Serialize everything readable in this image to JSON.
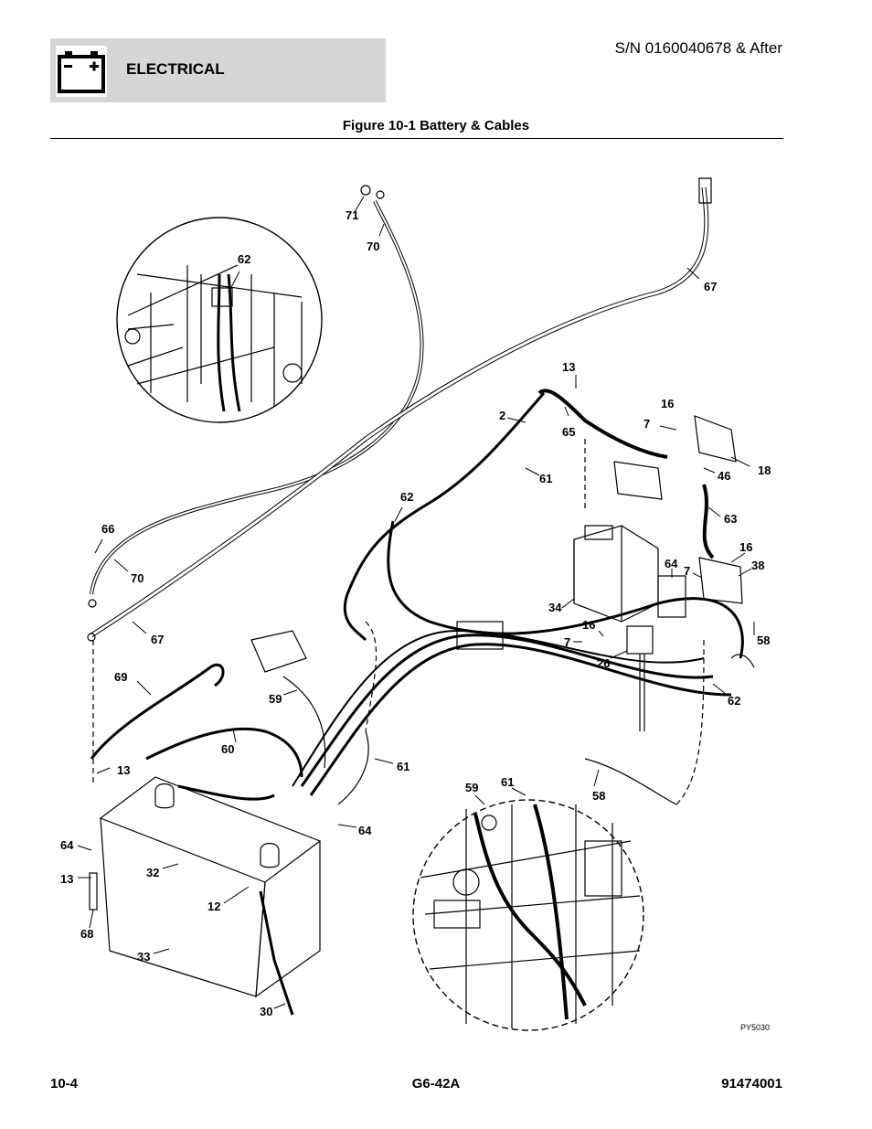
{
  "header": {
    "section": "ELECTRICAL",
    "serial": "S/N 0160040678 & After",
    "battery_icon": "battery-icon"
  },
  "figure": {
    "title": "Figure 10-1 Battery & Cables",
    "code": "PY5030",
    "callouts": {
      "c71": "71",
      "c70a": "70",
      "c67a": "67",
      "c62a": "62",
      "c13a": "13",
      "c16a": "16",
      "c7a": "7",
      "c2": "2",
      "c65": "65",
      "c18": "18",
      "c46": "46",
      "c61a": "61",
      "c63": "63",
      "c62b": "62",
      "c66": "66",
      "c70b": "70",
      "c16b": "16",
      "c38": "38",
      "c7b": "7",
      "c64a": "64",
      "c34": "34",
      "c58a": "58",
      "c67b": "67",
      "c16c": "16",
      "c7c": "7",
      "c26": "26",
      "c69": "69",
      "c59a": "59",
      "c62c": "62",
      "c60": "60",
      "c61b": "61",
      "c13b": "13",
      "c58b": "58",
      "c59b": "59",
      "c61c": "61",
      "c64b": "64",
      "c64c": "64",
      "c32": "32",
      "c13c": "13",
      "c12": "12",
      "c68": "68",
      "c33": "33",
      "c30": "30"
    }
  },
  "footer": {
    "page": "10-4",
    "model": "G6-42A",
    "doc_number": "91474001"
  }
}
